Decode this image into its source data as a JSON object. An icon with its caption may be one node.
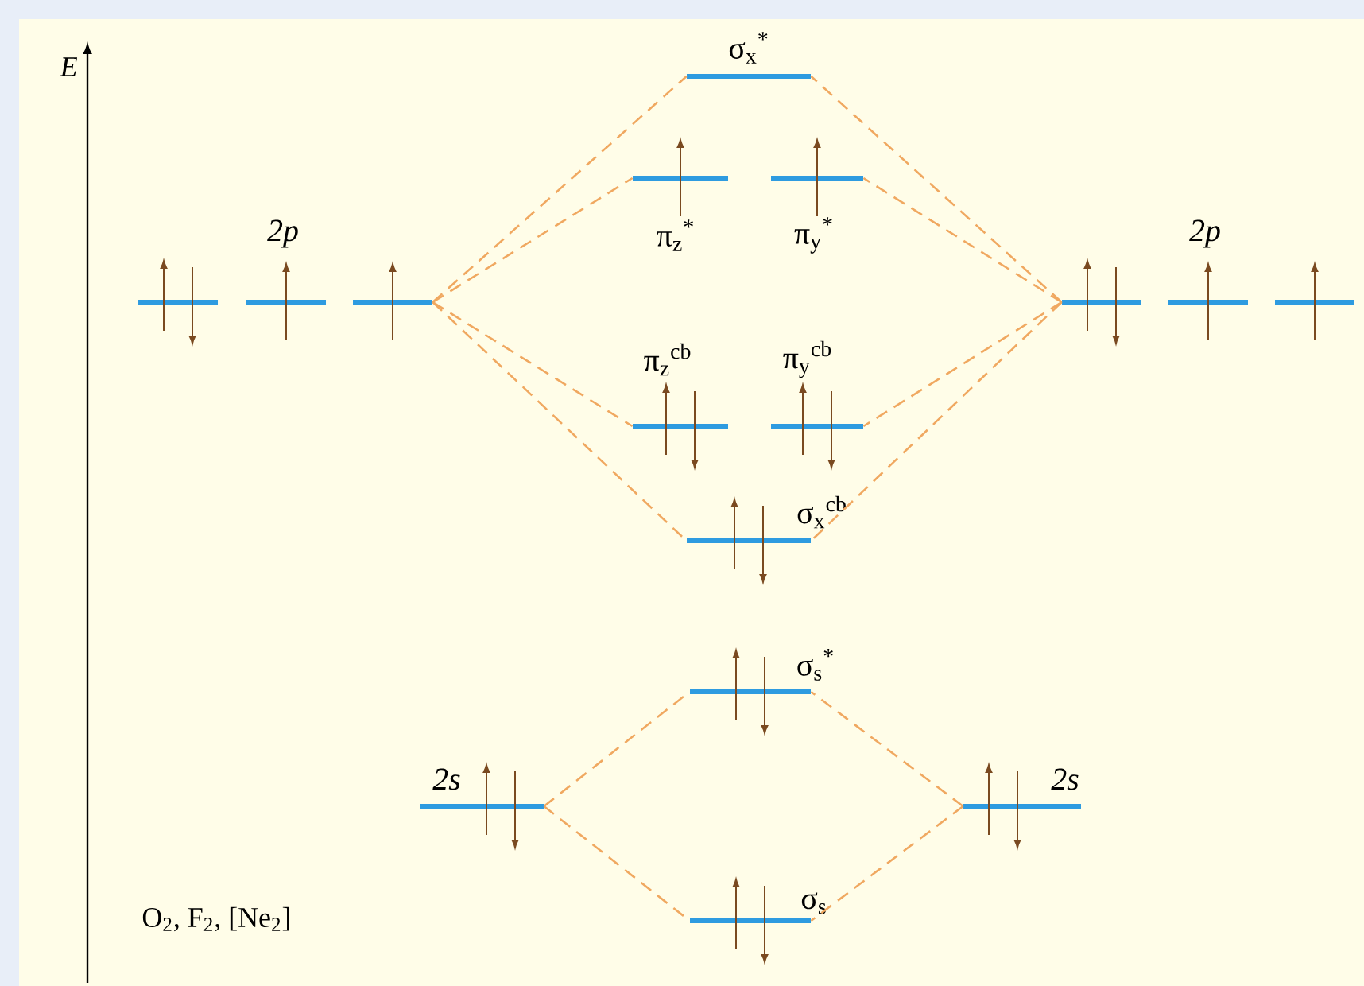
{
  "diagram": {
    "nodes": [
      {
        "text": [
          "σ$_{x}$$^{*}$"
        ]
      },
      {
        "text": [
          "π$_{z}$$^{*}$"
        ]
      },
      {
        "text": [
          "π$_{y}$$^{*}$"
        ]
      },
      {
        "text": [],
        "shape": "bar"
      },
      {
        "text": [
          "2p"
        ]
      },
      {
        "text": [],
        "shape": "bar"
      },
      {
        "text": [],
        "shape": "bar"
      },
      {
        "text": [
          "2p"
        ]
      },
      {
        "text": [],
        "shape": "bar"
      },
      {
        "text": [
          "π$_{z}$$^{cb}$"
        ]
      },
      {
        "text": [
          "π$_{y}$$^{cb}$"
        ]
      },
      {
        "text": [
          "σ$_{x}$$^{cb}$"
        ]
      },
      {
        "text": [
          "σ$_{s}$$^{*}$"
        ]
      },
      {
        "text": [
          "2s"
        ]
      },
      {
        "text": [
          "2s"
        ]
      },
      {
        "text": [
          "σ$_{s}$"
        ]
      }
    ],
    "edges": [
      {
        "from": 5,
        "to": 0,
        "arrow": "none",
        "style": "dashed"
      },
      {
        "from": 5,
        "to": 1,
        "arrow": "none",
        "style": "dashed"
      },
      {
        "from": 5,
        "to": 9,
        "arrow": "none",
        "style": "dashed"
      },
      {
        "from": 5,
        "to": 11,
        "arrow": "none",
        "style": "dashed"
      },
      {
        "from": 6,
        "to": 0,
        "arrow": "none",
        "style": "dashed"
      },
      {
        "from": 6,
        "to": 2,
        "arrow": "none",
        "style": "dashed"
      },
      {
        "from": 6,
        "to": 10,
        "arrow": "none",
        "style": "dashed"
      },
      {
        "from": 6,
        "to": 11,
        "arrow": "none",
        "style": "dashed"
      },
      {
        "from": 13,
        "to": 12,
        "arrow": "none",
        "style": "dashed"
      },
      {
        "from": 13,
        "to": 15,
        "arrow": "none",
        "style": "dashed"
      },
      {
        "from": 14,
        "to": 12,
        "arrow": "none",
        "style": "dashed"
      },
      {
        "from": 14,
        "to": 15,
        "arrow": "none",
        "style": "dashed"
      }
    ],
    "labels": [
      "E",
      "O$_{2}$, F$_{2}$, [Ne$_{2}$]"
    ]
  }
}
